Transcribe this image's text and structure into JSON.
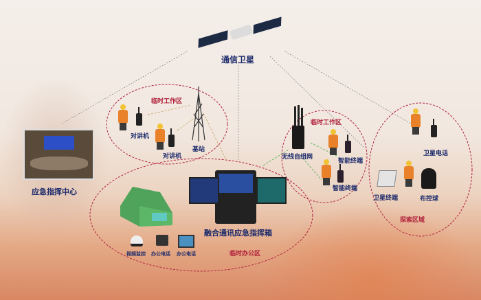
{
  "satellite": {
    "label": "通信卫星"
  },
  "command_center": {
    "label": "应急指挥中心"
  },
  "work_zone_1": {
    "title": "临时工作区",
    "radio1": "对讲机",
    "radio2": "对讲机",
    "tower": "基站"
  },
  "work_zone_2": {
    "title": "临时工作区",
    "mesh": "无线自组网",
    "terminal1": "智能终端",
    "terminal2": "智能终端"
  },
  "search_zone": {
    "title": "探索区域",
    "sat_phone": "卫星电话",
    "sat_terminal": "卫星终端",
    "camera_ball": "布控球"
  },
  "office_zone": {
    "title": "临时办公区",
    "box": "融合通讯应急指挥箱",
    "video": "视频监控",
    "phone1": "办公电话",
    "phone2": "办公电话"
  }
}
